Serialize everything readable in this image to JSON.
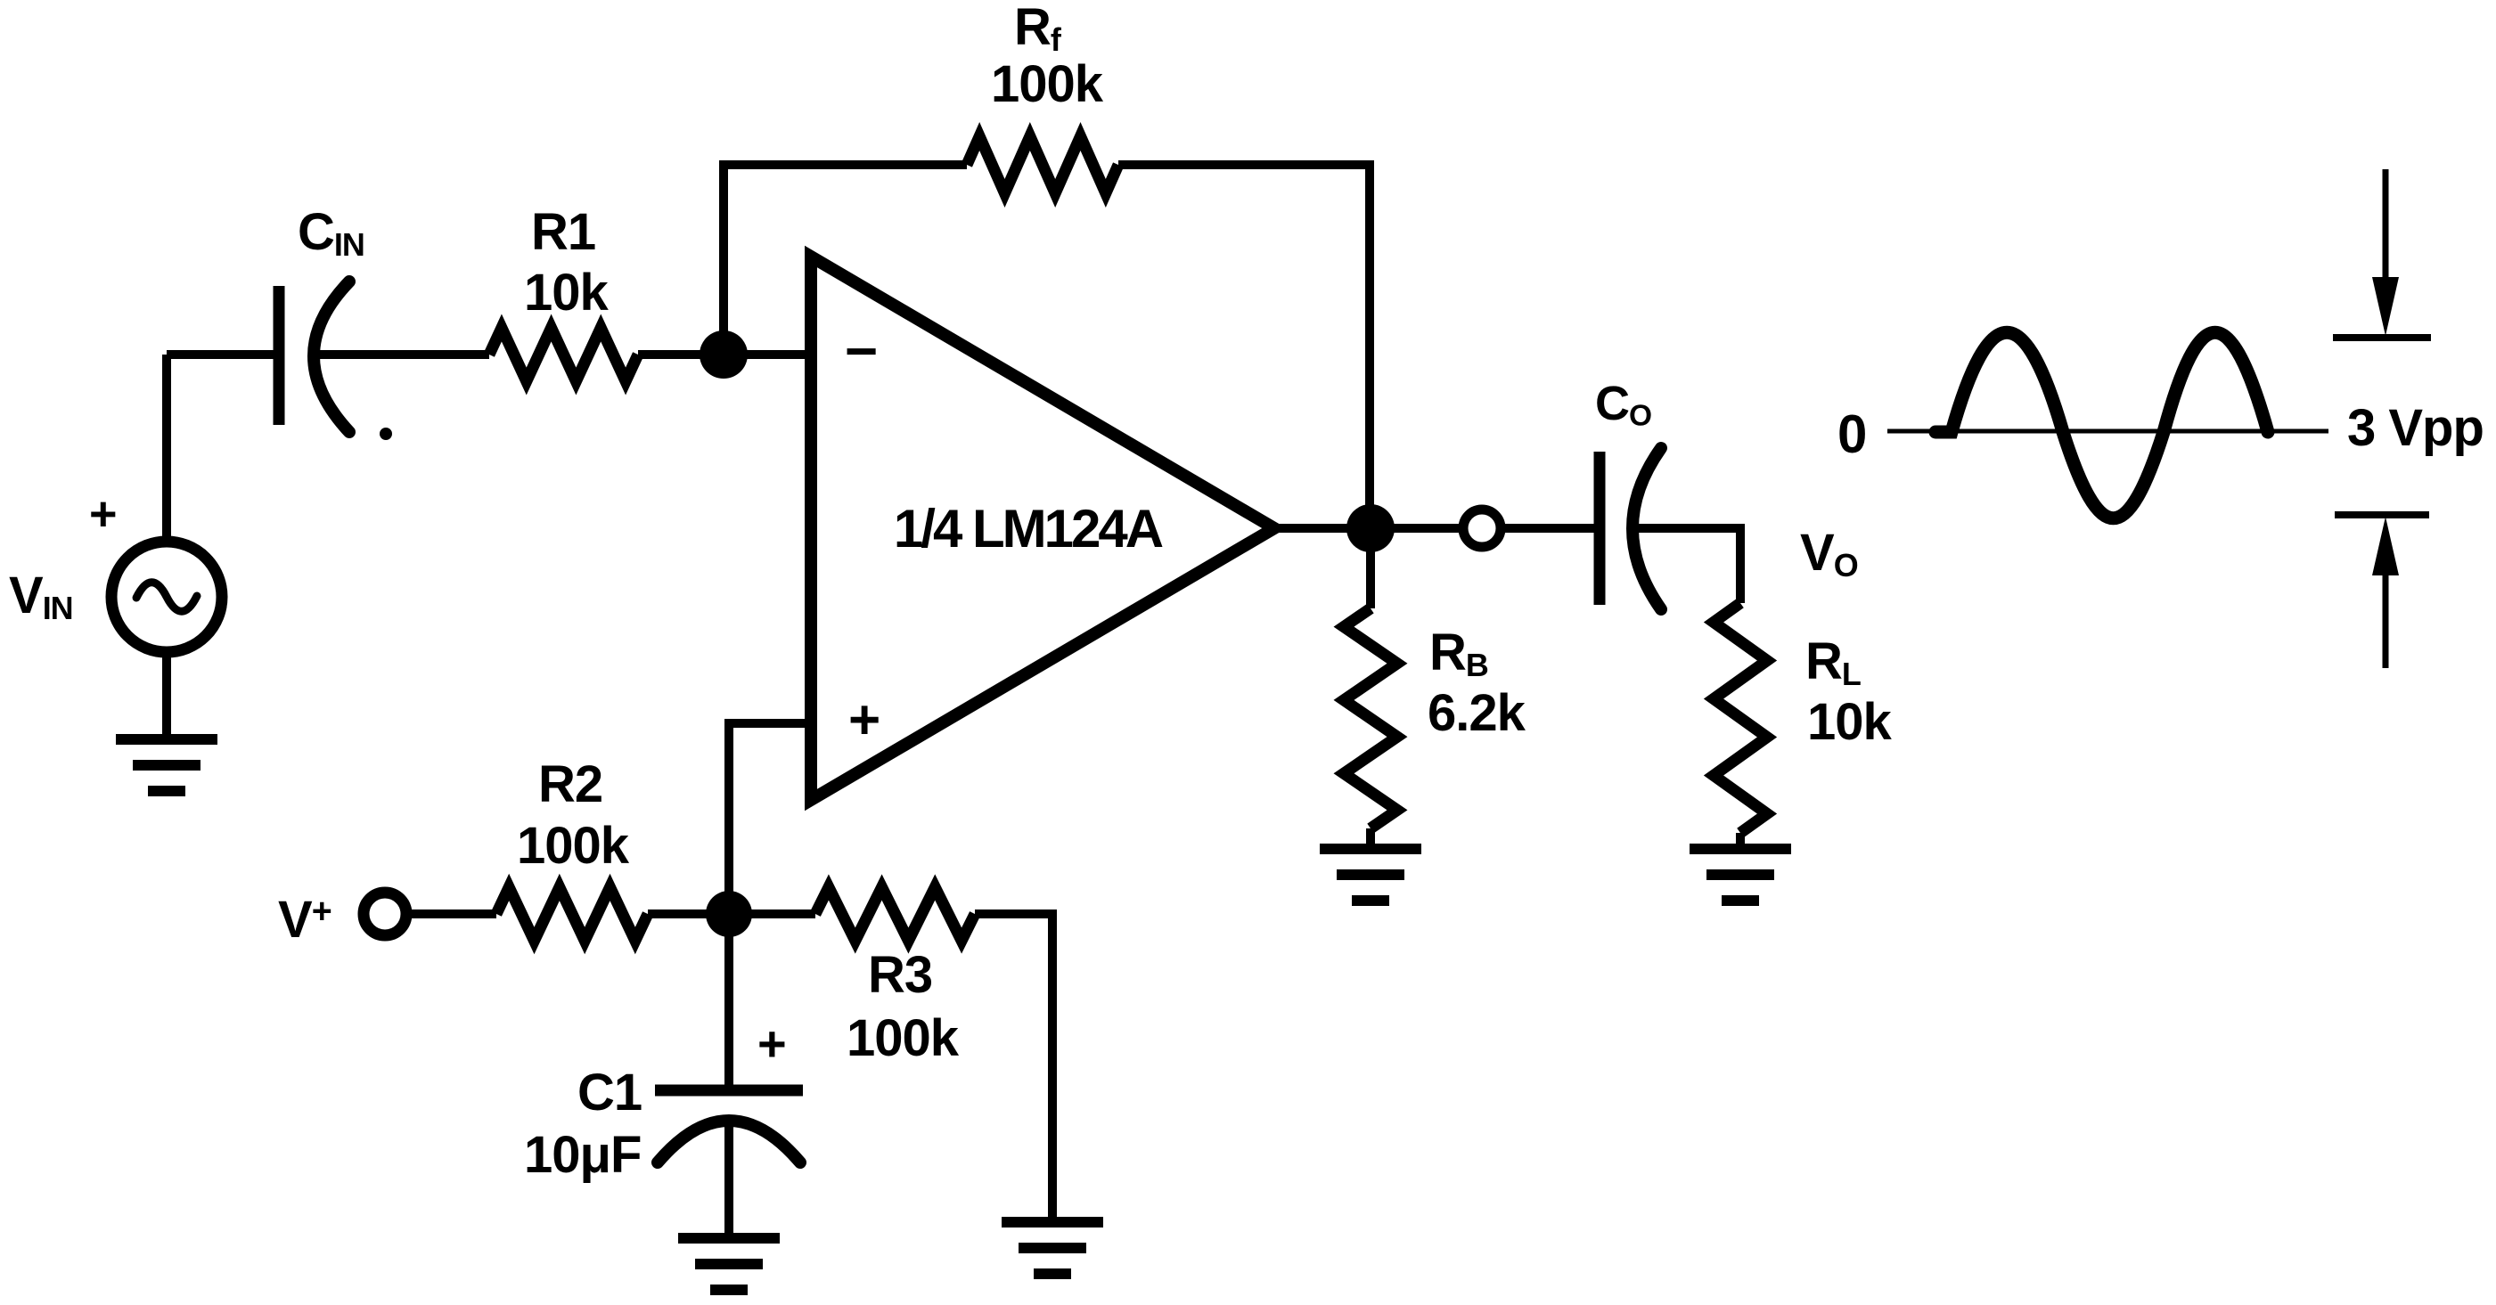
{
  "colors": {
    "ink": "#000000",
    "paper": "#ffffff"
  },
  "components": {
    "vin": {
      "main": "V",
      "sub": "IN",
      "polarity": "+"
    },
    "cin": {
      "main": "C",
      "sub": "IN"
    },
    "r1": {
      "designator": "R1",
      "value": "10k"
    },
    "rf": {
      "main": "R",
      "sub": "f",
      "value": "100k"
    },
    "opamp": {
      "device": "1/4 LM124A",
      "inverting_mark": "−",
      "noninverting_mark": "+"
    },
    "r2": {
      "designator": "R2",
      "value": "100k"
    },
    "supply": {
      "main": "V",
      "sup": "+"
    },
    "r3": {
      "designator": "R3",
      "value": "100k"
    },
    "c1": {
      "designator": "C1",
      "value": "10μF",
      "polarity_mark": "+"
    },
    "rb": {
      "main": "R",
      "sub": "B",
      "value": "6.2k"
    },
    "co": {
      "main": "C",
      "sub": "O"
    },
    "vo": {
      "main": "V",
      "sub": "O"
    },
    "rl": {
      "main": "R",
      "sub": "L",
      "value": "10k"
    },
    "waveform": {
      "zero_label": "0",
      "amplitude_label": "3 Vpp"
    }
  }
}
